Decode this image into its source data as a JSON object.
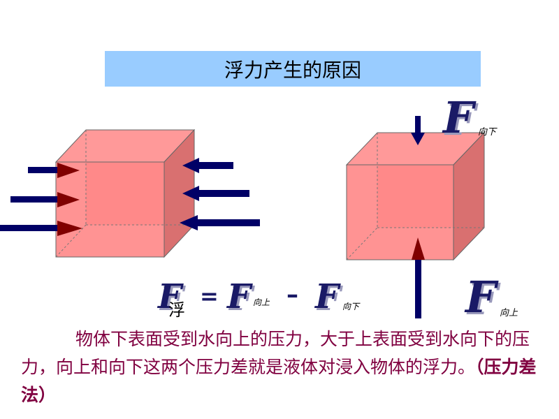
{
  "title": "浮力产生的原因",
  "labels": {
    "f_symbol": "F",
    "sub_down": "向下",
    "sub_up": "向上",
    "sub_buoyancy": "浮"
  },
  "formula": {
    "equals": "=",
    "minus": "–"
  },
  "description": {
    "text": "物体下表面受到水向上的压力，大于上表面受到水向下的压力，向上和向下这两个压力差就是液体对浸入物体的浮力。",
    "method": "（压力差法）"
  },
  "colors": {
    "title_bg": "#99ccff",
    "cube_fill": "#ff8080",
    "arrow_navy": "#000066",
    "arrow_head": "#800000",
    "text_maroon": "#800040"
  }
}
